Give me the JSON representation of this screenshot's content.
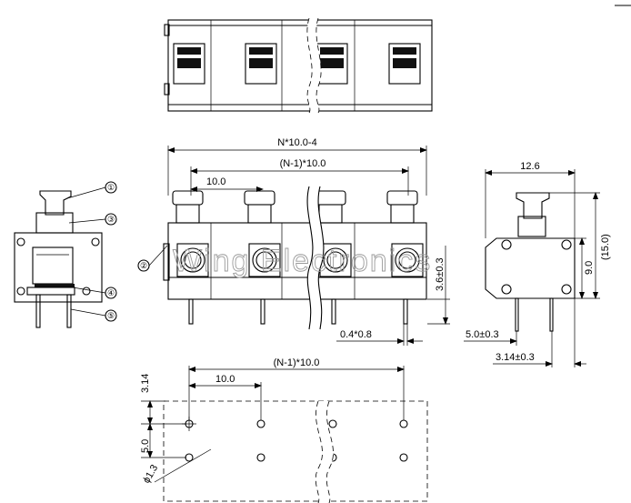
{
  "dimensions": {
    "overall_width": "N*10.0-4",
    "pitch_span_front": "(N-1)*10.0",
    "pitch_front": "10.0",
    "height_above_board": "3.6±0.3",
    "pin_size": "0.4*0.8",
    "side_depth": "12.6",
    "side_height_total": "(15.0)",
    "side_height_body": "9.0",
    "side_pin_offset": "5.0±0.3",
    "side_pin_edge": "3.14±0.3",
    "pcb_pitch_span": "(N-1)*10.0",
    "pcb_pitch": "10.0",
    "pcb_edge_offset": "3.14",
    "pcb_row_spacing": "5.0",
    "pcb_hole_diameter": "ϕ1.3"
  },
  "callouts": [
    "①",
    "②",
    "③",
    "④",
    "⑤"
  ],
  "watermark": "Wing Electronics"
}
